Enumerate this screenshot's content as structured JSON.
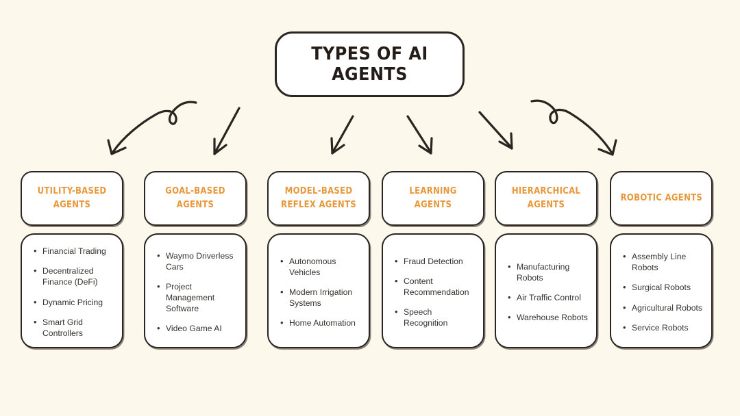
{
  "title": "TYPES OF AI AGENTS",
  "colors": {
    "background": "#FDF8EC",
    "box_fill": "#FFFFFF",
    "border": "#2B2420",
    "accent_orange": "#E8983B",
    "body_text": "#363330",
    "title_text": "#231C18"
  },
  "columns": [
    {
      "category": "UTILITY-BASED AGENTS",
      "items": [
        "Financial Trading",
        "Decentralized Finance (DeFi)",
        "Dynamic Pricing",
        "Smart Grid Controllers"
      ]
    },
    {
      "category": "GOAL-BASED AGENTS",
      "items": [
        "Waymo Driverless Cars",
        "Project Management Software",
        "Video Game AI"
      ]
    },
    {
      "category": "MODEL-BASED REFLEX AGENTS",
      "items": [
        "Autonomous Vehicles",
        "Modern Irrigation Systems",
        "Home Automation"
      ]
    },
    {
      "category": "LEARNING AGENTS",
      "items": [
        "Fraud Detection",
        "Content Recommendation",
        "Speech Recognition"
      ]
    },
    {
      "category": "HIERARCHICAL AGENTS",
      "items": [
        "Manufacturing Robots",
        "Air Traffic Control",
        "Warehouse Robots"
      ]
    },
    {
      "category": "ROBOTIC AGENTS",
      "items": [
        "Assembly Line Robots",
        "Surgical Robots",
        "Agricultural Robots",
        "Service Robots"
      ]
    }
  ]
}
